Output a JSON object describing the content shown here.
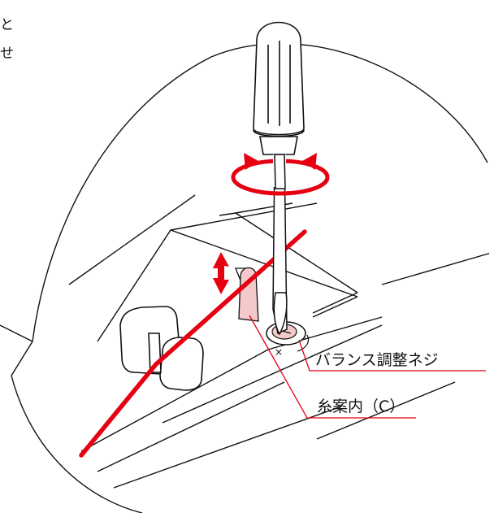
{
  "corner_text": [
    "と",
    "せ"
  ],
  "labels": {
    "balance_screw": "バランス調整ネジ",
    "thread_guide": "糸案内（C）"
  },
  "adjust_marks": {
    "minus": "×"
  },
  "colors": {
    "accent": "#e60012",
    "accent_light": "#f4c9c9",
    "line": "#111111",
    "background": "#ffffff"
  },
  "icons": [
    "screwdriver-icon",
    "rotation-arrows-icon",
    "up-down-arrow-icon"
  ]
}
